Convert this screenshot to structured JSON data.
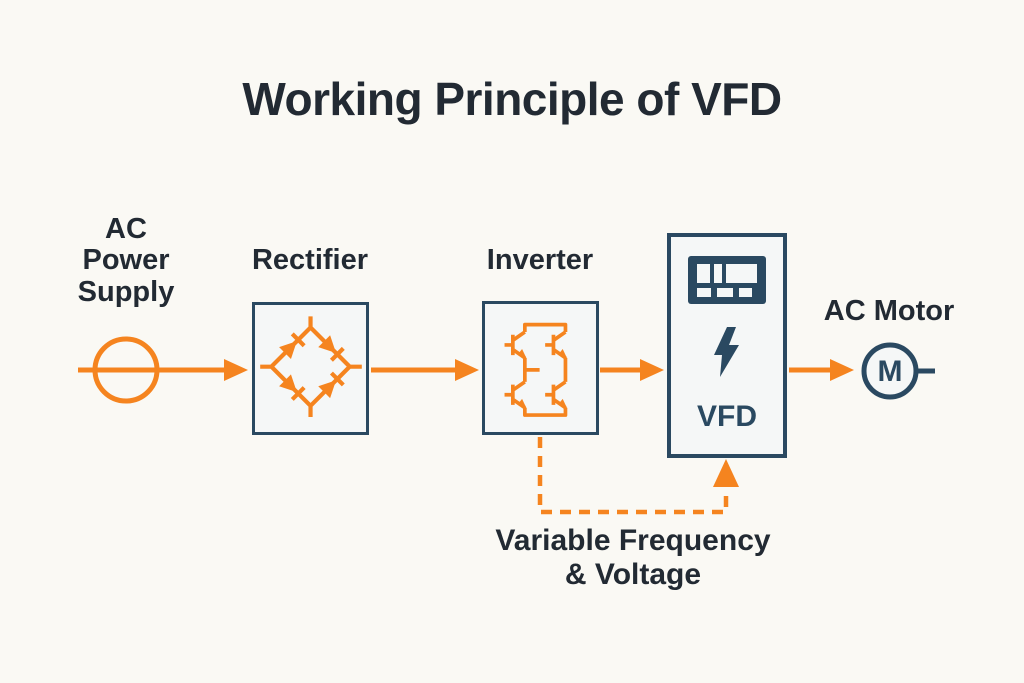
{
  "title": "Working Principle of VFD",
  "colors": {
    "orange": "#F5841F",
    "navy": "#2A4961",
    "text": "#222A33",
    "background": "#FAF9F4",
    "boxfill": "#F5F7F7"
  },
  "blocks": {
    "ac_supply": {
      "label": "AC\nPower\nSupply"
    },
    "rectifier": {
      "label": "Rectifier"
    },
    "inverter": {
      "label": "Inverter"
    },
    "vfd": {
      "label": "VFD"
    },
    "motor": {
      "label": "AC Motor",
      "letter": "M"
    }
  },
  "feedback": {
    "label": "Variable Frequency\n& Voltage"
  },
  "icons": {
    "ac_source": "ac-source-icon",
    "diode_bridge": "diode-bridge-icon",
    "transistor_bridge": "transistor-bridge-icon",
    "control_panel": "control-panel-icon",
    "lightning_bolt": "lightning-bolt-icon",
    "motor": "motor-icon",
    "flow_arrow": "flow-arrow-icon",
    "feedback_arrow": "dashed-feedback-arrow-icon"
  }
}
